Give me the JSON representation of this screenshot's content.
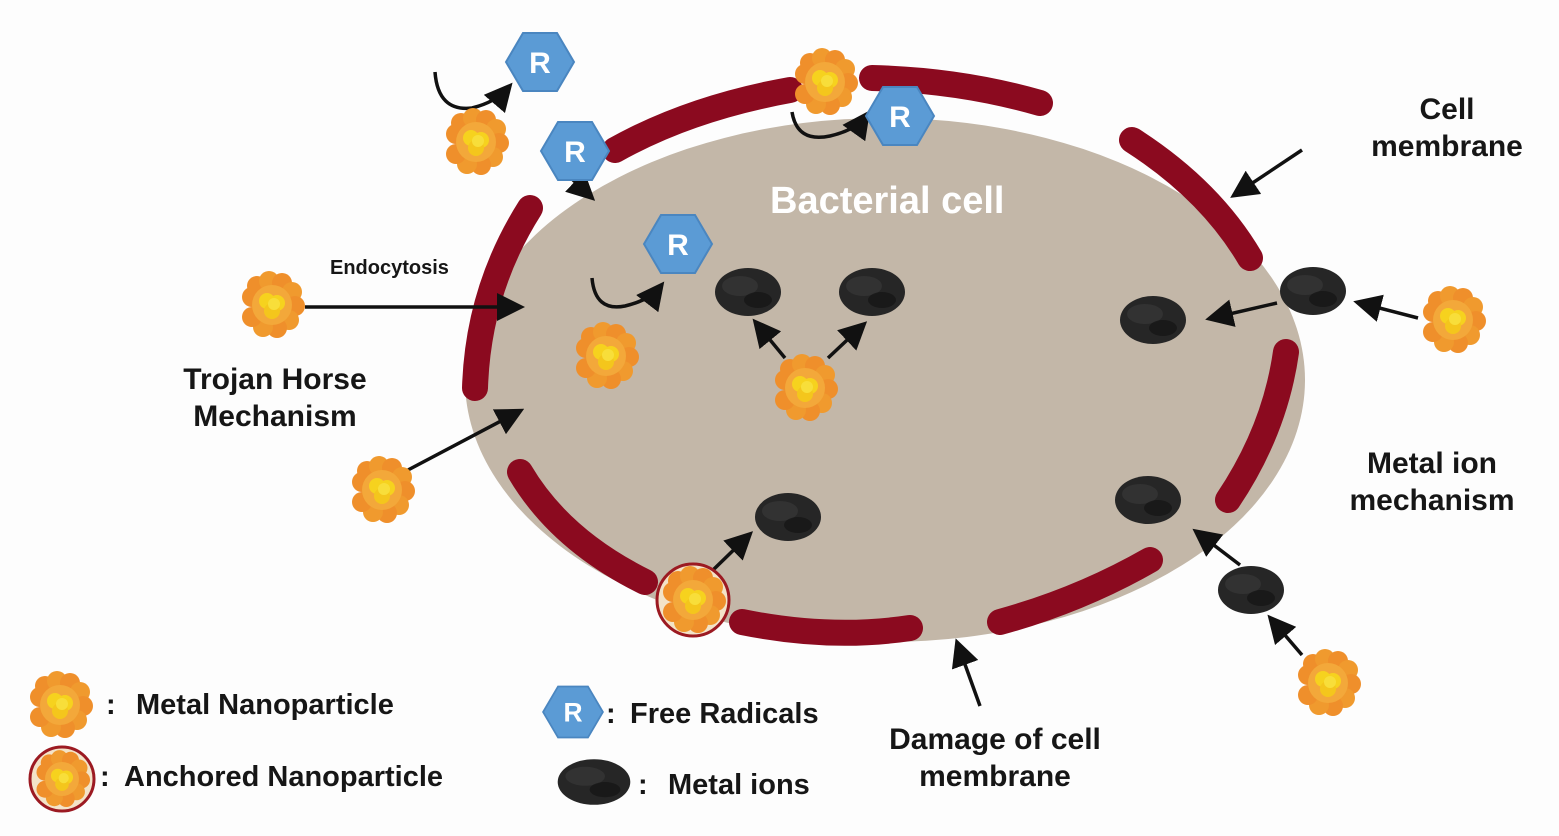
{
  "title": "Bacterial cell",
  "labels": {
    "endocytosis": "Endocytosis",
    "trojan_horse": "Trojan Horse Mechanism",
    "cell_membrane": "Cell membrane",
    "metal_ion_mechanism": "Metal ion mechanism",
    "damage": "Damage of cell membrane"
  },
  "radical_symbol": "R",
  "legend": {
    "separator": ":",
    "metal_nanoparticle": "Metal Nanoparticle",
    "anchored_nanoparticle": "Anchored Nanoparticle",
    "free_radicals": "Free Radicals",
    "metal_ions": "Metal ions"
  },
  "colors": {
    "cell_body": "#c3b7a8",
    "membrane": "#8b0a1f",
    "nanoparticle_outer": "#f0902a",
    "nanoparticle_inner": "#f6d21e",
    "radical": "#5b9bd5",
    "metal_ion": "#232323",
    "anchored_ring": "#9c1a22"
  }
}
